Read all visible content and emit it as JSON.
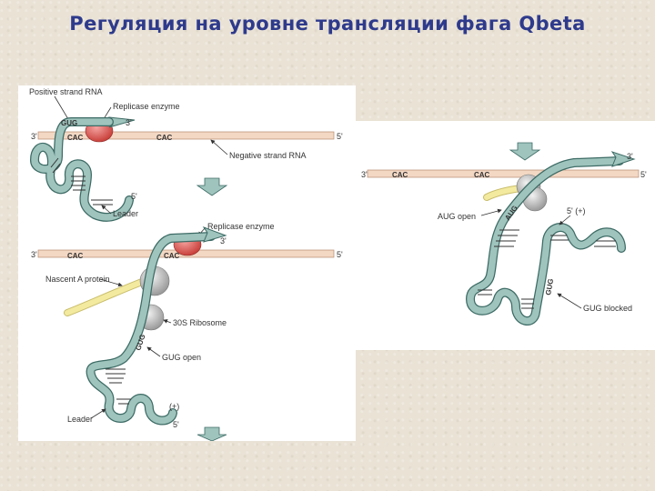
{
  "title": "Регуляция на уровне трансляции фага Qbeta",
  "left_panel": {
    "step1": {
      "positive_strand": "Positive strand RNA",
      "replicase": "Replicase enzyme",
      "gug": "GUG",
      "three_prime": "3'",
      "end_left": "3'",
      "end_right": "5'",
      "cac1": "CAC",
      "cac2": "CAC",
      "negative_strand": "Negative strand RNA",
      "five_prime": "5'",
      "leader": "Leader"
    },
    "step2": {
      "replicase": "Replicase enzyme",
      "three_prime": "3'",
      "end_left": "3'",
      "end_right": "5'",
      "cac1": "CAC",
      "cac2": "CAC",
      "nascent": "Nascent A protein",
      "ribosome": "30S Ribosome",
      "gug_curved": "GUG",
      "gug_open": "GUG open",
      "plus": "(+)",
      "leader": "Leader",
      "five_prime": "5'"
    }
  },
  "right_panel": {
    "end_left": "3'",
    "end_right": "5'",
    "three_prime": "3'",
    "cac1": "CAC",
    "cac2": "CAC",
    "aug_open": "AUG open",
    "aug": "AUG",
    "five_prime_plus": "5'  (+)",
    "gug": "GUG",
    "gug_blocked": "GUG blocked"
  },
  "colors": {
    "title": "#2e3a8c",
    "rna_fill": "#9fc4bd",
    "rna_stroke": "#3d6b65",
    "strand": "#f3d8c4",
    "replicase": "#d9534f",
    "ribosome": "#b8b8b8",
    "nascent_protein": "#f3eaa0"
  }
}
